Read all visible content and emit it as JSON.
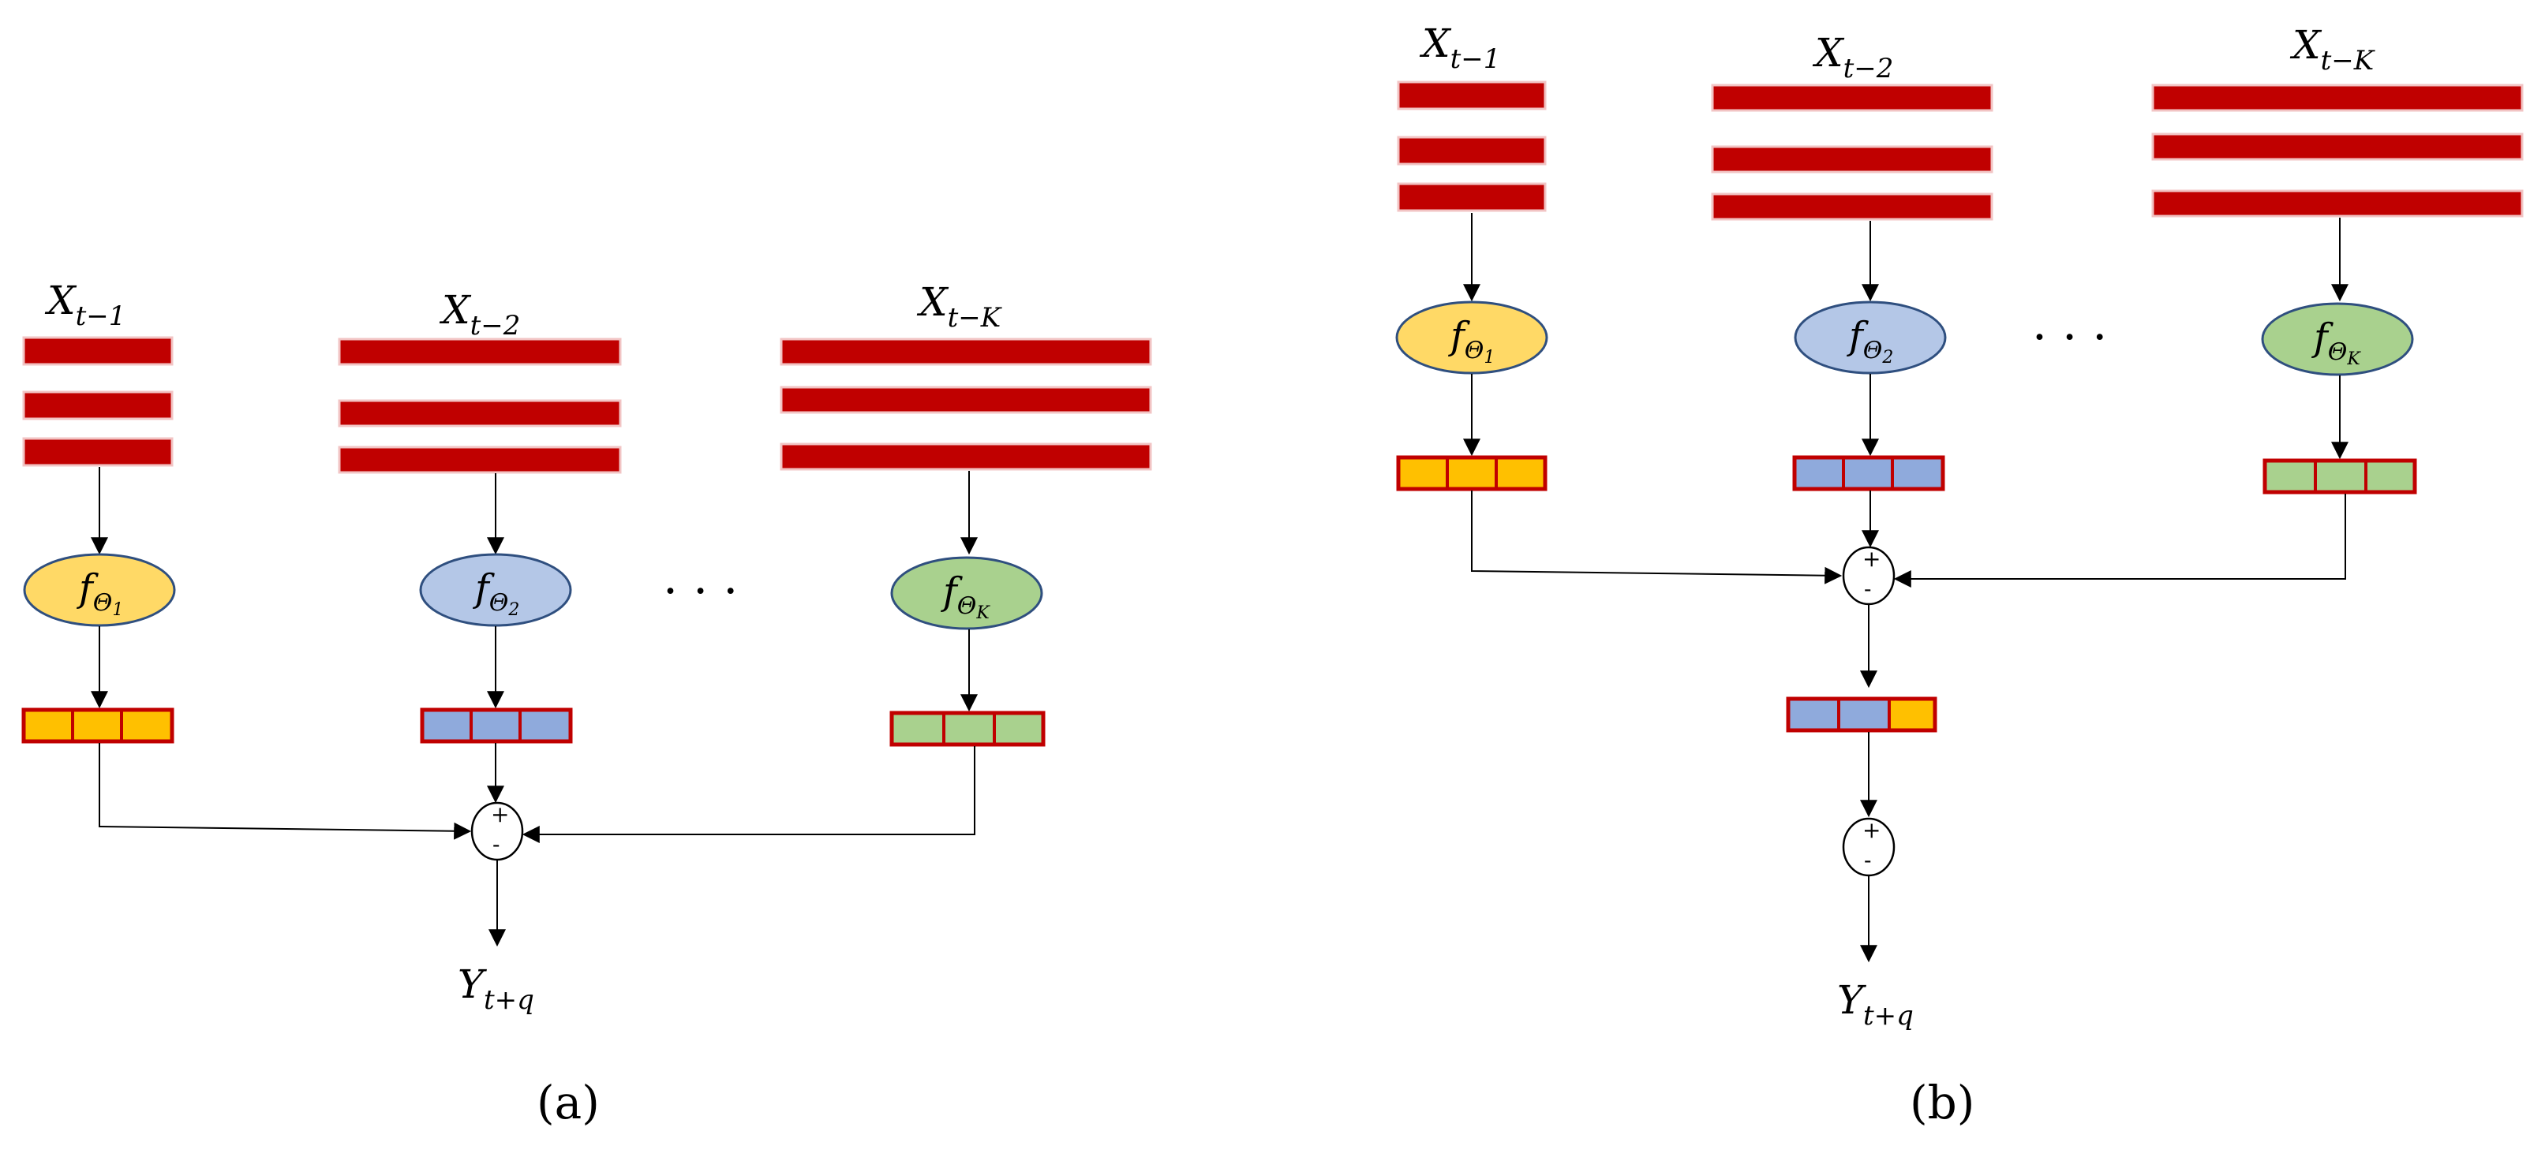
{
  "colors": {
    "bar_red": "#c00000",
    "f1_fill": "#ffd966",
    "f2_fill": "#b4c7e7",
    "fK_fill": "#a9d18e",
    "cell_yellow": "#ffc000",
    "cell_blue": "#8faadc",
    "cell_green": "#a9d18e"
  },
  "panel_a": {
    "caption": "(a)",
    "inputs": [
      {
        "base": "X",
        "sub": "t−1"
      },
      {
        "base": "X",
        "sub": "t−2"
      },
      {
        "base": "X",
        "sub": "t−K"
      }
    ],
    "functions": [
      {
        "base": "f",
        "sub": "Θ",
        "subsub": "1"
      },
      {
        "base": "f",
        "sub": "Θ",
        "subsub": "2"
      },
      {
        "base": "f",
        "sub": "Θ",
        "subsub": "K"
      }
    ],
    "ellipsis": "· · ·",
    "sum_plus": "+",
    "sum_minus": "-",
    "output": {
      "base": "Y",
      "sub": "t+q"
    }
  },
  "panel_b": {
    "caption": "(b)",
    "inputs": [
      {
        "base": "X",
        "sub": "t−1"
      },
      {
        "base": "X",
        "sub": "t−2"
      },
      {
        "base": "X",
        "sub": "t−K"
      }
    ],
    "functions": [
      {
        "base": "f",
        "sub": "Θ",
        "subsub": "1"
      },
      {
        "base": "f",
        "sub": "Θ",
        "subsub": "2"
      },
      {
        "base": "f",
        "sub": "Θ",
        "subsub": "K"
      }
    ],
    "ellipsis": "· · ·",
    "sum1_plus": "+",
    "sum1_minus": "-",
    "sum2_plus": "+",
    "sum2_minus": "-",
    "output": {
      "base": "Y",
      "sub": "t+q"
    }
  }
}
